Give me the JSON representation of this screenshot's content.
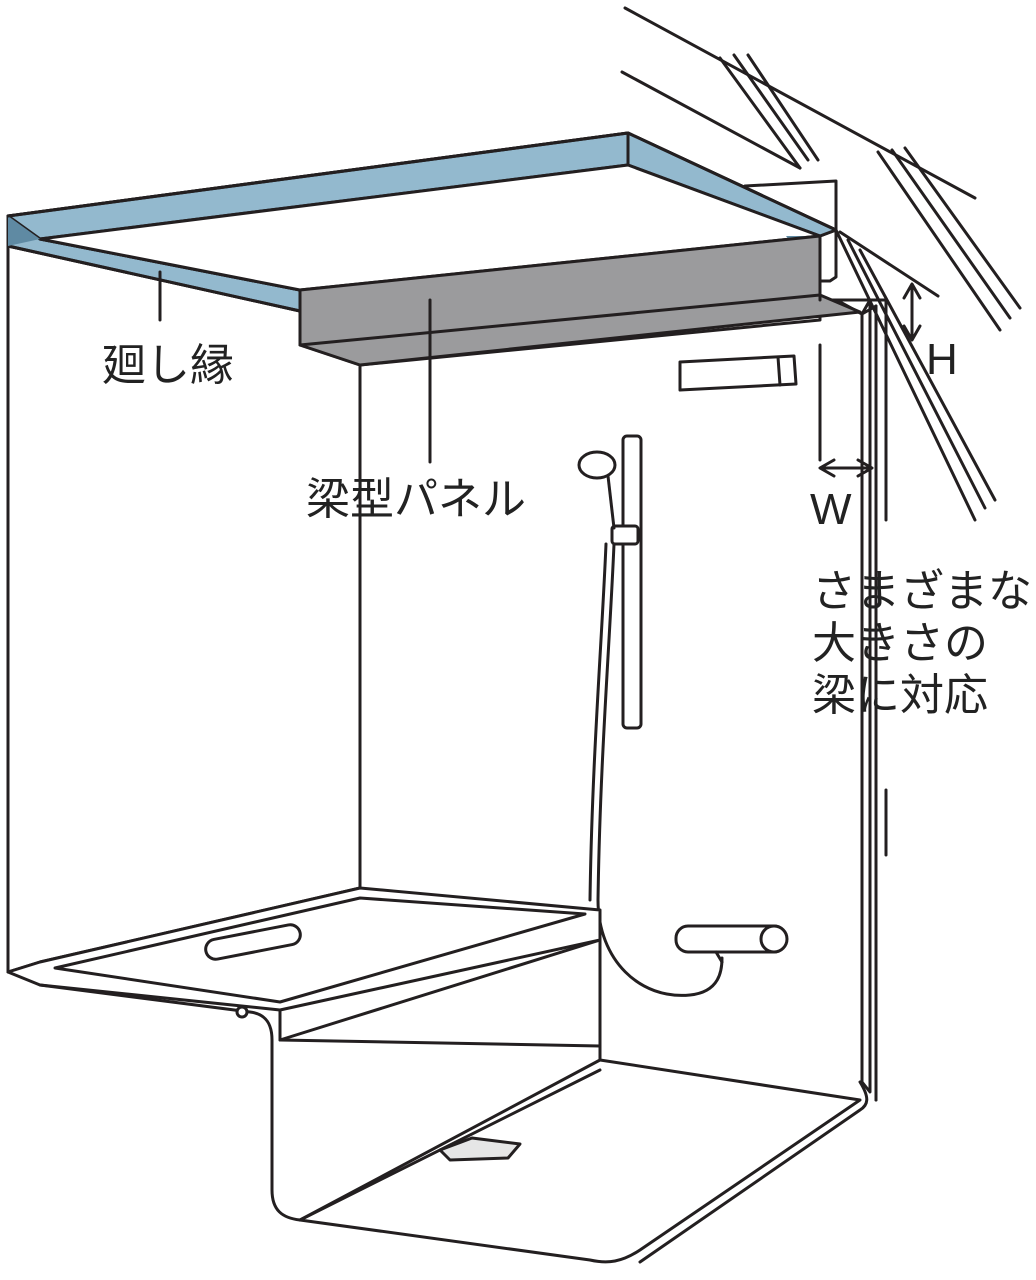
{
  "labels": {
    "rim": "廻し縁",
    "beam_panel": "梁型パネル",
    "dim_h": "H",
    "dim_w": "W"
  },
  "note": {
    "lines": [
      "さまざまな",
      "大きさの",
      "梁に対応"
    ]
  },
  "colors": {
    "rim_fill": "#93b9ce",
    "rim_dark": "#5f8aa3",
    "beam_panel_fill": "#9b9b9d",
    "line": "#231f20"
  }
}
